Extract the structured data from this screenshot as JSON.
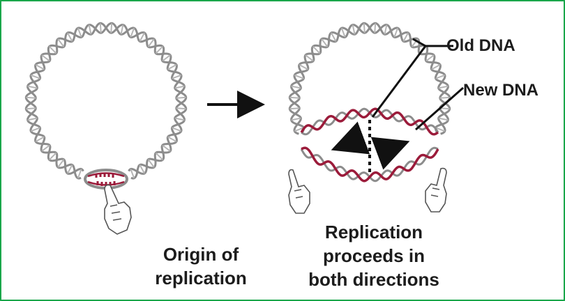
{
  "labels": {
    "old_dna": "Old DNA",
    "new_dna": "New DNA",
    "origin": [
      "Origin of",
      "replication"
    ],
    "replication": [
      "Replication",
      "proceeds in",
      "both directions"
    ]
  },
  "colors": {
    "frame_border": "#1aa64a",
    "old_strand": "#8c8c8c",
    "new_strand": "#9b1b3a",
    "text": "#1c1c1c"
  }
}
